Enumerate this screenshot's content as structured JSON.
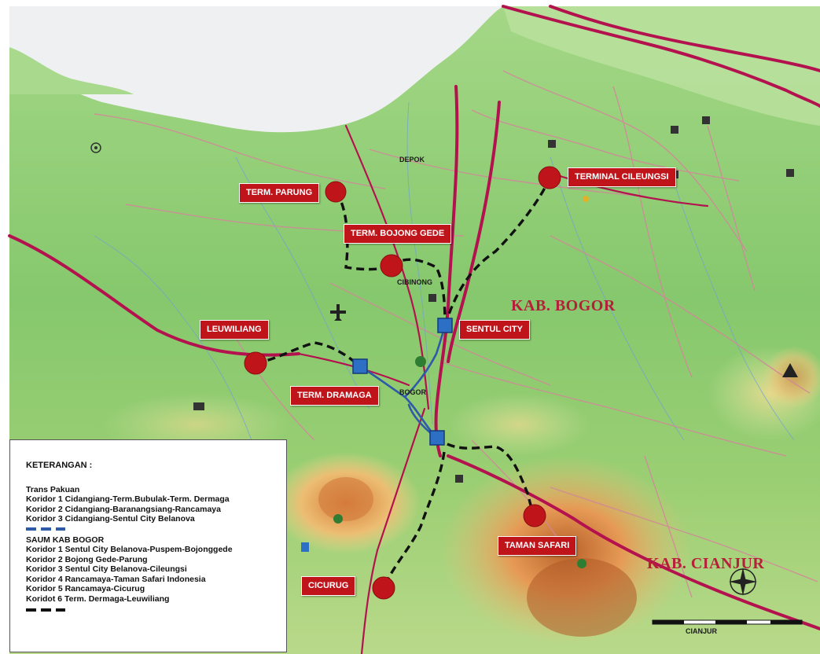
{
  "region_labels": {
    "kab_bogor": "KAB. BOGOR",
    "kab_cianjur": "KAB. CIANJUR"
  },
  "place_labels": {
    "depok": "DEPOK",
    "cibinong": "CIBINONG",
    "bogor": "BOGOR"
  },
  "markers": {
    "term_parung": "TERM. PARUNG",
    "term_bojong_gede": "TERM. BOJONG GEDE",
    "terminal_cileungsi": "TERMINAL CILEUNGSI",
    "sentul_city": "SENTUL CITY",
    "leuwiliang": "LEUWILIANG",
    "term_dramaga": "TERM. DRAMAGA",
    "taman_safari": "TAMAN SAFARI",
    "cicurug": "CICURUG"
  },
  "scale_label": "CIANJUR",
  "legend": {
    "title": "KETERANGAN :",
    "trans_pakuan": {
      "heading": "Trans Pakuan",
      "items": [
        "Koridor 1 Cidangiang-Term.Bubulak-Term. Dermaga",
        "Koridor 2 Cidangiang-Baranangsiang-Rancamaya",
        "Koridor 3 Cidangiang-Sentul City Belanova"
      ],
      "color": "#2f5aa8"
    },
    "saum": {
      "heading": "SAUM KAB BOGOR",
      "items": [
        "Koridor 1 Sentul City Belanova-Puspem-Bojonggede",
        "Koridor 2 Bojong Gede-Parung",
        "Koridor 3 Sentul City Belanova-Cileungsi",
        "Koridor 4 Rancamaya-Taman Safari Indonesia",
        "Koridor 5 Rancamaya-Cicurug",
        "Koridot 6 Term. Dermaga-Leuwiliang"
      ],
      "color": "#111111"
    }
  },
  "colors": {
    "marker_red": "#c0141b",
    "station_blue": "#2d6fc4",
    "route_blue": "#2f5aa8",
    "road_major": "#b3124f",
    "sea": "#e9eef4",
    "land_green": "#8fcf72",
    "lowland": "#c7e4a6",
    "mountain": "#e9a15c"
  },
  "icons": [
    "compass-rose-icon",
    "volcano-icon",
    "airport-icon"
  ]
}
